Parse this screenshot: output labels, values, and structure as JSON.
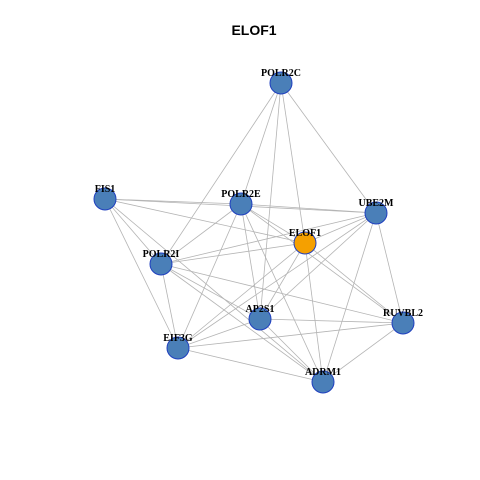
{
  "title": "ELOF1",
  "colors": {
    "node_fill": "#4a7fb8",
    "focus_fill": "#f5a000",
    "node_border": "#1f3fbf",
    "edge": "#b4b4b4"
  },
  "nodes": [
    {
      "id": "POLR2C",
      "label": "POLR2C",
      "focus": false
    },
    {
      "id": "FIS1",
      "label": "FIS1",
      "focus": false
    },
    {
      "id": "POLR2E",
      "label": "POLR2E",
      "focus": false
    },
    {
      "id": "UBE2M",
      "label": "UBE2M",
      "focus": false
    },
    {
      "id": "ELOF1",
      "label": "ELOF1",
      "focus": true
    },
    {
      "id": "POLR2I",
      "label": "POLR2I",
      "focus": false
    },
    {
      "id": "AP2S1",
      "label": "AP2S1",
      "focus": false
    },
    {
      "id": "RUVBL2",
      "label": "RUVBL2",
      "focus": false
    },
    {
      "id": "EIF3G",
      "label": "EIF3G",
      "focus": false
    },
    {
      "id": "ADRM1",
      "label": "ADRM1",
      "focus": false
    }
  ],
  "edges": [
    [
      "POLR2C",
      "POLR2E"
    ],
    [
      "POLR2C",
      "UBE2M"
    ],
    [
      "POLR2C",
      "ELOF1"
    ],
    [
      "POLR2C",
      "POLR2I"
    ],
    [
      "POLR2C",
      "AP2S1"
    ],
    [
      "FIS1",
      "POLR2E"
    ],
    [
      "FIS1",
      "UBE2M"
    ],
    [
      "FIS1",
      "ELOF1"
    ],
    [
      "FIS1",
      "POLR2I"
    ],
    [
      "FIS1",
      "EIF3G"
    ],
    [
      "FIS1",
      "ADRM1"
    ],
    [
      "POLR2E",
      "UBE2M"
    ],
    [
      "POLR2E",
      "ELOF1"
    ],
    [
      "POLR2E",
      "POLR2I"
    ],
    [
      "POLR2E",
      "AP2S1"
    ],
    [
      "POLR2E",
      "EIF3G"
    ],
    [
      "POLR2E",
      "ADRM1"
    ],
    [
      "POLR2E",
      "RUVBL2"
    ],
    [
      "UBE2M",
      "ELOF1"
    ],
    [
      "UBE2M",
      "POLR2I"
    ],
    [
      "UBE2M",
      "AP2S1"
    ],
    [
      "UBE2M",
      "EIF3G"
    ],
    [
      "UBE2M",
      "RUVBL2"
    ],
    [
      "UBE2M",
      "ADRM1"
    ],
    [
      "ELOF1",
      "POLR2I"
    ],
    [
      "ELOF1",
      "AP2S1"
    ],
    [
      "ELOF1",
      "EIF3G"
    ],
    [
      "ELOF1",
      "RUVBL2"
    ],
    [
      "ELOF1",
      "ADRM1"
    ],
    [
      "POLR2I",
      "AP2S1"
    ],
    [
      "POLR2I",
      "EIF3G"
    ],
    [
      "POLR2I",
      "RUVBL2"
    ],
    [
      "POLR2I",
      "ADRM1"
    ],
    [
      "AP2S1",
      "EIF3G"
    ],
    [
      "AP2S1",
      "RUVBL2"
    ],
    [
      "AP2S1",
      "ADRM1"
    ],
    [
      "EIF3G",
      "RUVBL2"
    ],
    [
      "EIF3G",
      "ADRM1"
    ],
    [
      "RUVBL2",
      "ADRM1"
    ]
  ]
}
